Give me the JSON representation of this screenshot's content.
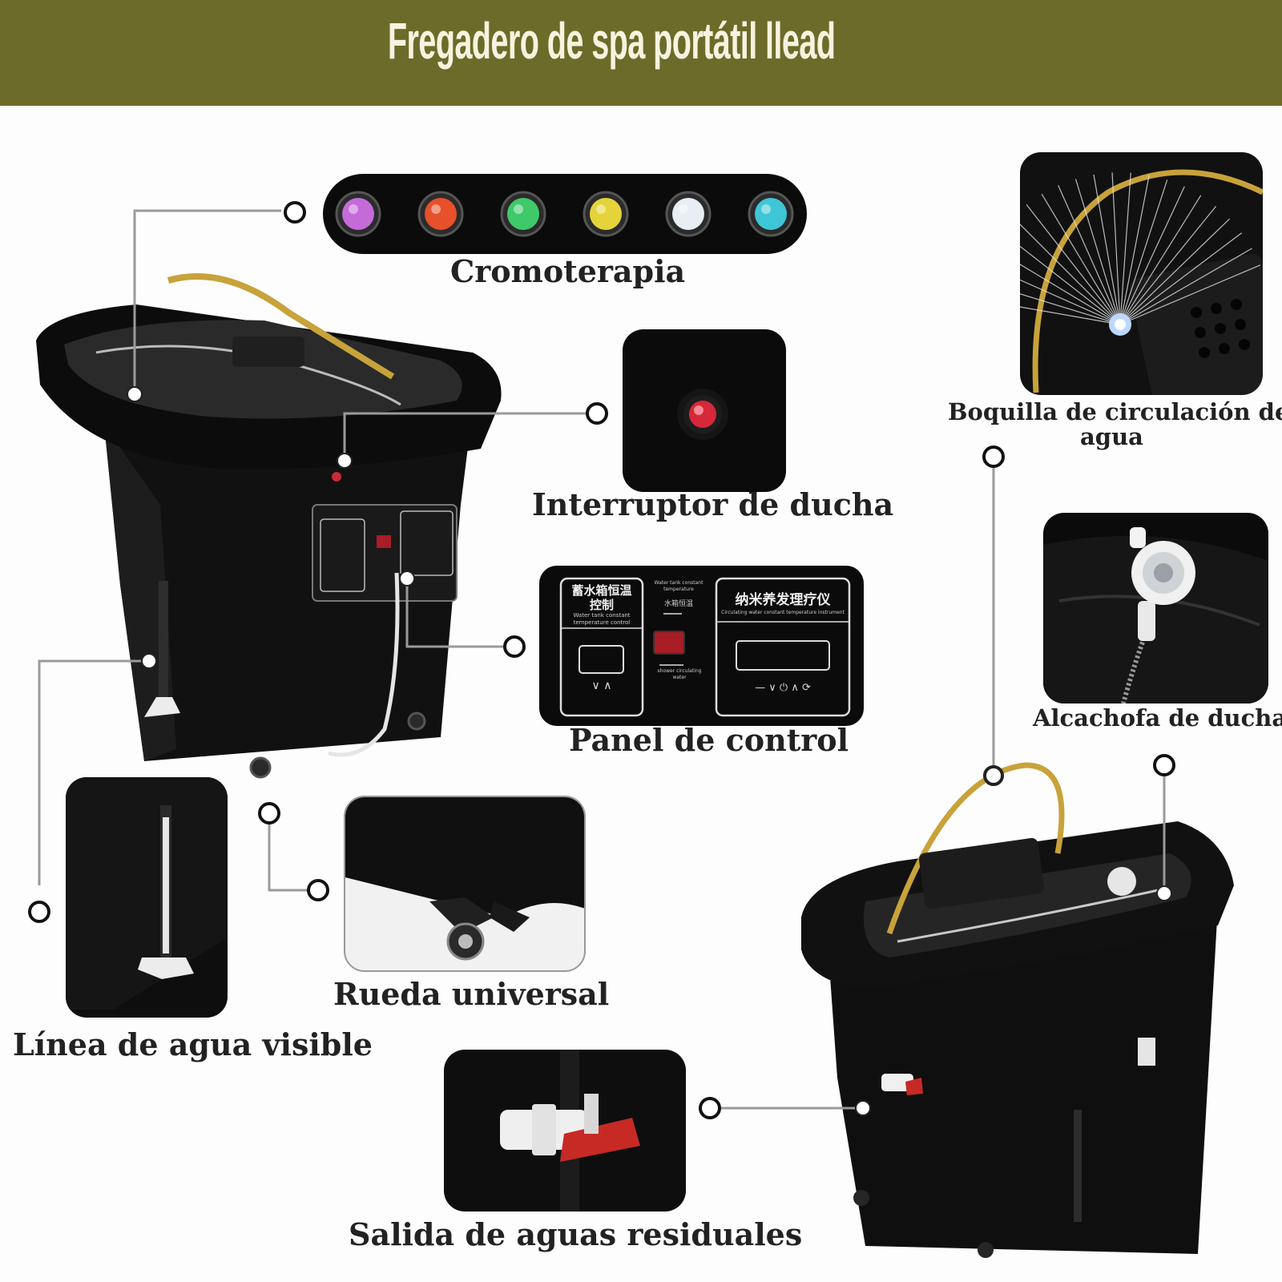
{
  "title": "Fregadero de spa portátil llead",
  "features": {
    "chromotherapy": "Cromoterapia",
    "shower_switch": "Interruptor de ducha",
    "control_panel": "Panel de control",
    "universal_wheel": "Rueda universal",
    "water_line": "Línea de agua visible",
    "waste_outlet": "Salida de aguas residuales",
    "nozzle_line1": "Boquilla de circulación de",
    "nozzle_line2": "agua",
    "shower_head": "Alcachofa de ducha"
  },
  "led_colors": [
    "#c46bd8",
    "#e6502a",
    "#3fc96a",
    "#e4d43a",
    "#e8eef3",
    "#3fc6d6"
  ],
  "control_panel_text": {
    "left_cn": "蓄水箱恒温控制",
    "left_en": "Water tank constant temperature control",
    "right_cn": "纳米养发理疗仪",
    "right_en": "Circulating water constant temperature instrument",
    "center_top": "Water tank constant temperature",
    "center_cn": "水箱恒温",
    "center_bottom": "shower circulating water"
  },
  "colors": {
    "banner": "#6c6b2a",
    "title": "#f7f3df",
    "label": "#222222",
    "gold_rail": "#c8a23a"
  }
}
